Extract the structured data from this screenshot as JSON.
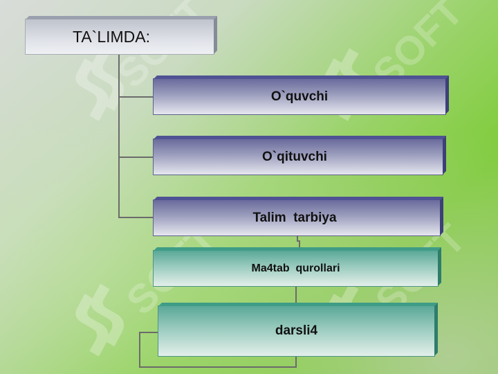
{
  "diagram": {
    "root": "TA`LIMDA:",
    "items": [
      "O`quvchi",
      "O`qituvchi",
      "Talim  tarbiya",
      "Ma4tab  qurollari",
      "darsli4"
    ]
  },
  "watermark": {
    "text": "SOFT",
    "icon": "ss-logo-icon"
  },
  "colors": {
    "purple_box": "#6a6b9c",
    "teal_box": "#5aa898",
    "background_green": "#7fcc3a"
  }
}
